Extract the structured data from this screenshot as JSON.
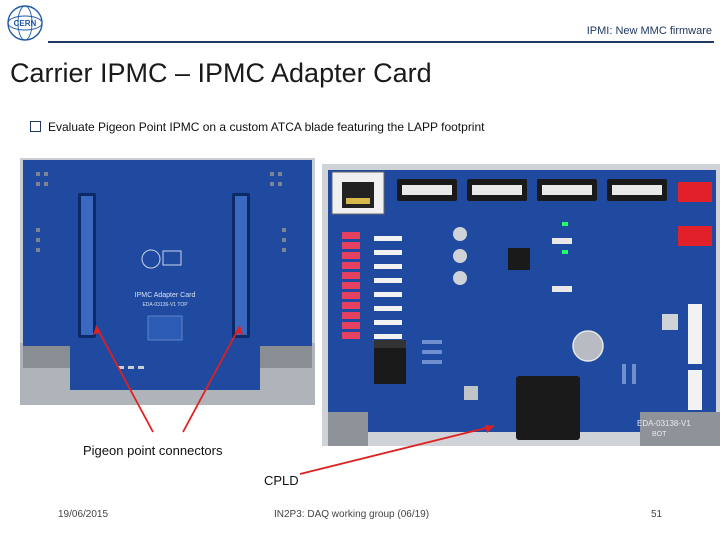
{
  "header": {
    "title": "IPMI: New MMC firmware",
    "logo_text": "CERN"
  },
  "slide": {
    "title": "Carrier IPMC – IPMC Adapter Card",
    "bullet": "Evaluate Pigeon Point IPMC on a custom ATCA blade featuring the LAPP footprint"
  },
  "photos": {
    "adapter_card": {
      "silkscreen_line1": "IPMC Adapter Card",
      "silkscreen_line2": "EDA-03136-V1 TOP"
    },
    "carrier_board": {
      "silkscreen_line1": "EDA-03138-V1",
      "silkscreen_line2": "BOT"
    }
  },
  "labels": {
    "connectors": "Pigeon point connectors",
    "cpld": "CPLD"
  },
  "footer": {
    "date": "19/06/2015",
    "center": "IN2P3: DAQ working group (06/19)",
    "page": "51"
  },
  "colors": {
    "board_blue": "#1f4aa0",
    "rule": "#1f3864",
    "arrow": "#e02020"
  }
}
